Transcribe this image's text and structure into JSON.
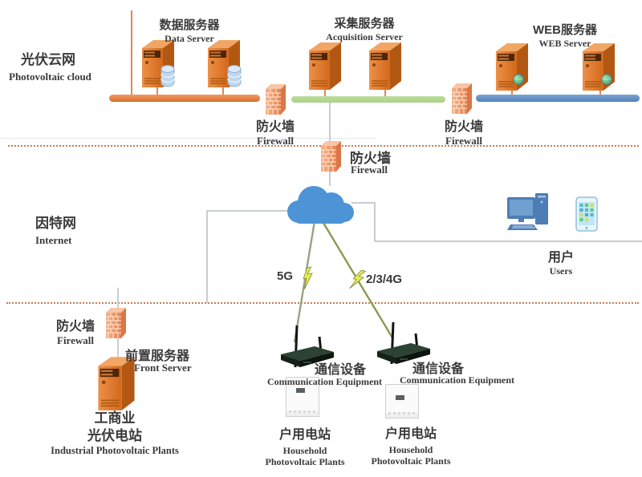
{
  "colors": {
    "bus_orange": "#E5834A",
    "bus_green": "#A9D287",
    "bus_blue": "#5181BE",
    "cloud": "#4D94D6",
    "divider": "#C97B54",
    "text": "#3A3A3A",
    "link_left": "#97A383",
    "link_right": "#8F9852",
    "lightning": "#E6EC4E",
    "icon_blue": "#4E7DB5"
  },
  "sections": {
    "pv_cloud": {
      "zh": "光伏云网",
      "en": "Photovoltaic cloud"
    },
    "internet": {
      "zh": "因特网",
      "en": "Internet"
    }
  },
  "servers": {
    "data": {
      "zh": "数据服务器",
      "en": "Data Server"
    },
    "acquisition": {
      "zh": "采集服务器",
      "en": "Acquisition Server"
    },
    "web": {
      "zh": "WEB服务器",
      "en": "WEB Server"
    },
    "front": {
      "zh": "前置服务器",
      "en": "Front Server"
    }
  },
  "firewall": {
    "zh": "防火墙",
    "en": "Firewall"
  },
  "links": {
    "left": "5G",
    "right": "2/3/4G"
  },
  "users": {
    "zh": "用户",
    "en": "Users"
  },
  "industrial": {
    "zh_line1": "工商业",
    "zh_line2": "光伏电站",
    "en": "Industrial Photovoltaic Plants"
  },
  "communication": {
    "zh": "通信设备",
    "en": "Communication Equipment"
  },
  "household": {
    "zh": "户用电站",
    "en_line1": "Household",
    "en_line2": "Photovoltaic Plants"
  }
}
